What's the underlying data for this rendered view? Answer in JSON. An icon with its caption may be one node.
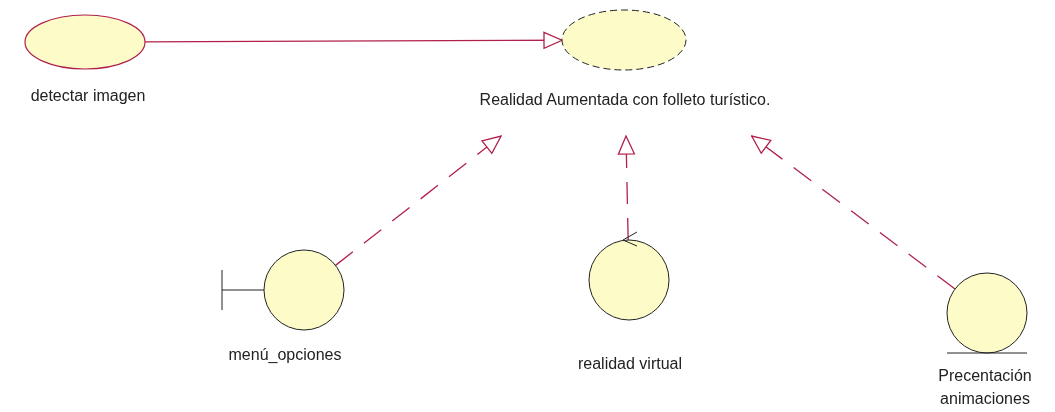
{
  "diagram": {
    "nodes": [
      {
        "text": [
          "detectar imagen"
        ]
      },
      {
        "text": [
          "Realidad Aumentada con folleto turístico."
        ]
      },
      {
        "text": [
          "menú_opciones"
        ]
      },
      {
        "text": [
          "realidad virtual"
        ]
      },
      {
        "text": [
          "Precentación animaciones"
        ]
      }
    ],
    "edges": [
      {
        "from": 0,
        "to": 1,
        "arrow": "to"
      },
      {
        "from": 2,
        "to": 1,
        "arrow": "to",
        "style": "dashed"
      },
      {
        "from": 3,
        "to": 1,
        "arrow": "to",
        "style": "dashed"
      },
      {
        "from": 4,
        "to": 1,
        "arrow": "to",
        "style": "dashed"
      }
    ]
  }
}
